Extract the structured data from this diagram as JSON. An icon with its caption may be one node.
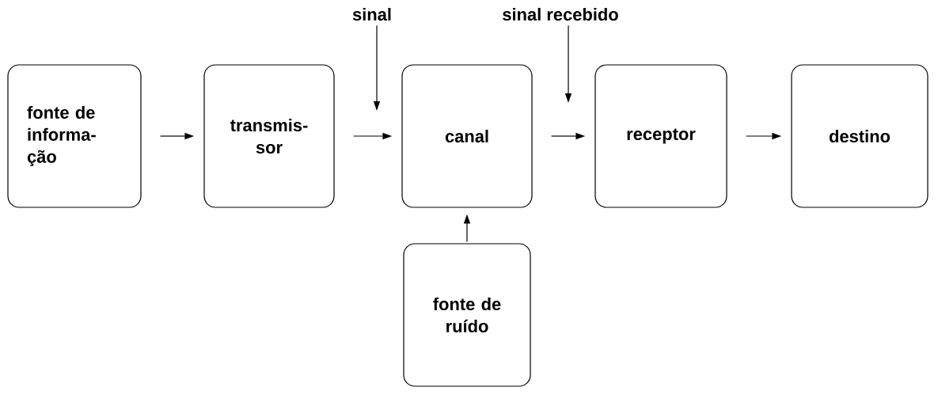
{
  "diagram": {
    "nodes": [
      {
        "text": [
          "fonte de informa- ção"
        ]
      },
      {
        "text": [
          "transmis- sor"
        ]
      },
      {
        "text": [
          "canal"
        ]
      },
      {
        "text": [
          "receptor"
        ]
      },
      {
        "text": [
          "destino"
        ]
      },
      {
        "text": [
          "fonte de ruído"
        ]
      },
      {
        "text": [
          "sinal"
        ]
      },
      {
        "text": [
          "sinal recebido"
        ]
      }
    ],
    "edges": [
      {
        "from": 0,
        "to": 1,
        "arrow": "to"
      },
      {
        "from": 1,
        "to": 2,
        "arrow": "to"
      },
      {
        "from": 2,
        "to": 3,
        "arrow": "to"
      },
      {
        "from": 3,
        "to": 4,
        "arrow": "to"
      },
      {
        "from": 5,
        "to": 2,
        "arrow": "to"
      },
      {
        "from": 6,
        "to": null,
        "arrow": "to"
      },
      {
        "from": 7,
        "to": null,
        "arrow": "to"
      }
    ]
  }
}
